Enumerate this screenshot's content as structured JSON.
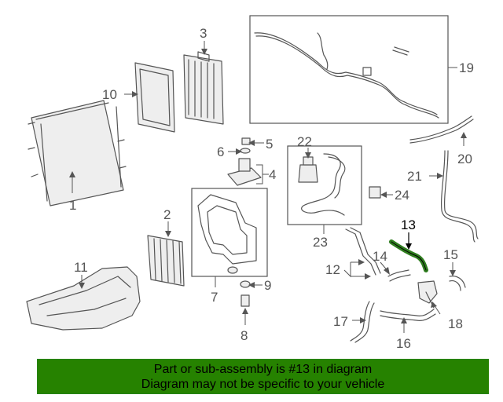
{
  "callouts": {
    "c1": "1",
    "c2": "2",
    "c3": "3",
    "c4": "4",
    "c5": "5",
    "c6": "6",
    "c7": "7",
    "c8": "8",
    "c9": "9",
    "c10": "10",
    "c11": "11",
    "c12": "12",
    "c13": "13",
    "c14": "14",
    "c15": "15",
    "c16": "16",
    "c17": "17",
    "c18": "18",
    "c19": "19",
    "c20": "20",
    "c21": "21",
    "c22": "22",
    "c23": "23",
    "c24": "24"
  },
  "highlight": {
    "part_number": "13",
    "color": "#2e7d1e"
  },
  "footer": {
    "line1": "Part or sub-assembly is #13 in diagram",
    "line2": "Diagram may not be specific to your vehicle",
    "background": "#268200"
  }
}
